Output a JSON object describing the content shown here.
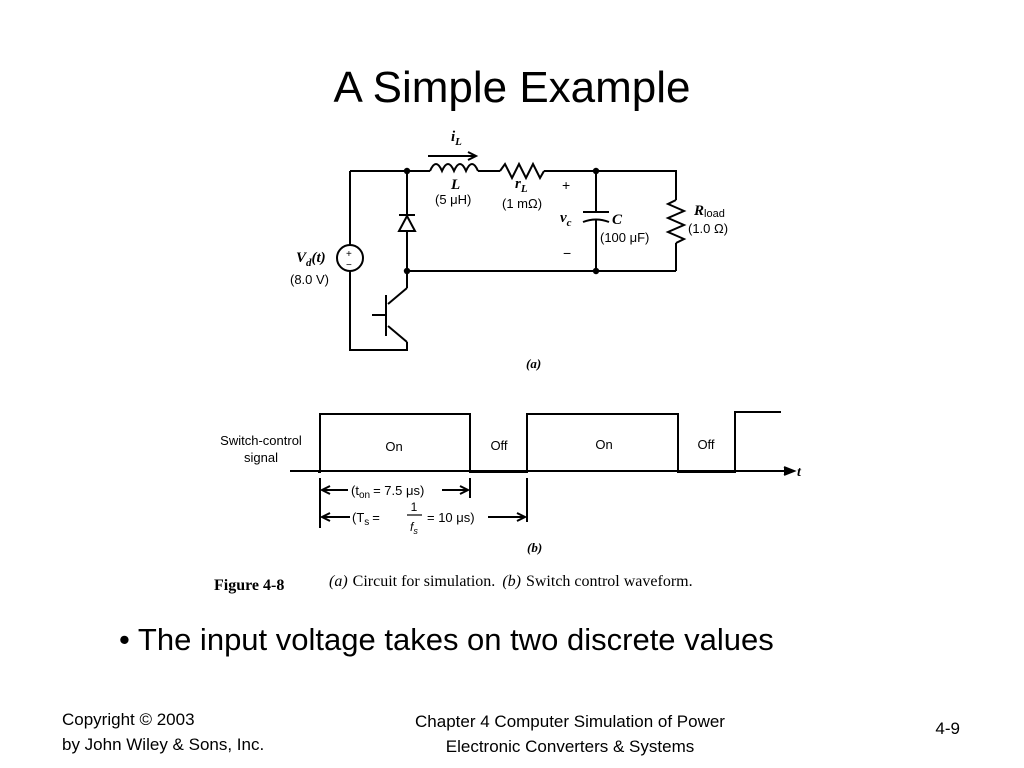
{
  "slide": {
    "title": "A Simple Example",
    "bullet": "• The input voltage takes on two discrete values",
    "footer": {
      "copyright_line1": "Copyright © 2003",
      "copyright_line2": "by John Wiley & Sons, Inc.",
      "chapter_line1": "Chapter 4 Computer Simulation of Power",
      "chapter_line2": "Electronic Converters & Systems",
      "page_number": "4-9"
    }
  },
  "figure": {
    "circuit": {
      "current_label_i": "i",
      "current_label_sub": "L",
      "inductor_label": "L",
      "inductor_value": "(5 μH)",
      "resistor_label": "r",
      "resistor_sub": "L",
      "resistor_value": "(1 mΩ)",
      "plus_sign": "+",
      "minus_sign": "−",
      "vc_label": "v",
      "vc_sub": "c",
      "capacitor_label": "C",
      "capacitor_value": "(100 μF)",
      "load_label": "R",
      "load_sub": "load",
      "load_value": "(1.0 Ω)",
      "source_label_v": "V",
      "source_label_sub": "d",
      "source_label_t": "(t)",
      "source_value": "(8.0 V)",
      "caption_a": "(a)"
    },
    "waveform": {
      "signal_label_line1": "Switch-control",
      "signal_label_line2": "signal",
      "on_label": "On",
      "off_label": "Off",
      "time_axis_label": "t",
      "ton_label": "(t",
      "ton_sub": "on",
      "ton_value": "= 7.5 μs)",
      "ts_label": "(T",
      "ts_sub": "s",
      "ts_eq": "=",
      "ts_frac_num": "1",
      "ts_frac_den": "f",
      "ts_frac_den_sub": "s",
      "ts_value": "= 10 μs)",
      "caption_b": "(b)"
    },
    "caption": {
      "figure_number": "Figure 4-8",
      "text_a": "(a)",
      "text_a_desc": "Circuit for simulation.",
      "text_b": "(b)",
      "text_b_desc": "Switch control waveform."
    }
  }
}
